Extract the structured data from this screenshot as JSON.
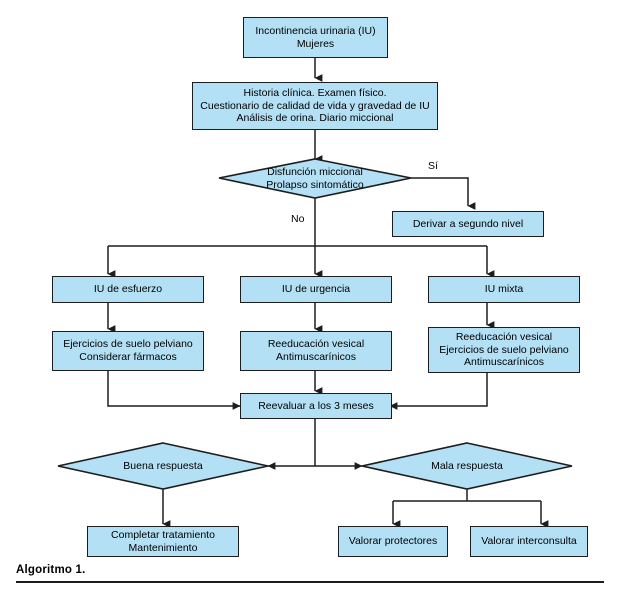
{
  "figure": {
    "caption": "Algoritmo 1.",
    "colors": {
      "node_fill": "#B3E0F5",
      "node_stroke": "#1d1d1d",
      "connector": "#1d1d1d",
      "background": "#ffffff",
      "text": "#000000"
    }
  },
  "chart_data": {
    "type": "diagram",
    "title": "Algoritmo 1.",
    "nodes": [
      {
        "id": "start",
        "shape": "box",
        "text": "Incontinencia urinaria (IU)\nMujeres"
      },
      {
        "id": "assessment",
        "shape": "box",
        "text": "Historia clínica. Examen físico.\nCuestionario de calidad de vida y gravedad de IU\nAnálisis de orina. Diario miccional"
      },
      {
        "id": "decision1",
        "shape": "diamond",
        "text": "Disfunción miccional\nProlapso sintomático"
      },
      {
        "id": "refer",
        "shape": "box",
        "text": "Derivar a segundo nivel"
      },
      {
        "id": "stress",
        "shape": "box",
        "text": "IU de esfuerzo"
      },
      {
        "id": "urge",
        "shape": "box",
        "text": "IU de urgencia"
      },
      {
        "id": "mixed",
        "shape": "box",
        "text": "IU mixta"
      },
      {
        "id": "stress_tx",
        "shape": "box",
        "text": "Ejercicios de suelo pelviano\nConsiderar fármacos"
      },
      {
        "id": "urge_tx",
        "shape": "box",
        "text": "Reeducación vesical\nAntimuscarínicos"
      },
      {
        "id": "mixed_tx",
        "shape": "box",
        "text": "Reeducación vesical\nEjercicios de suelo pelviano\nAntimuscarínicos"
      },
      {
        "id": "reassess",
        "shape": "box",
        "text": "Reevaluar a los 3 meses"
      },
      {
        "id": "good",
        "shape": "diamond",
        "text": "Buena respuesta"
      },
      {
        "id": "bad",
        "shape": "diamond",
        "text": "Mala respuesta"
      },
      {
        "id": "complete",
        "shape": "box",
        "text": "Completar tratamiento\nMantenimiento"
      },
      {
        "id": "protectors",
        "shape": "box",
        "text": "Valorar protectores"
      },
      {
        "id": "consult",
        "shape": "box",
        "text": "Valorar interconsulta"
      }
    ],
    "edge_labels": [
      {
        "id": "yes",
        "text": "Sí"
      },
      {
        "id": "no",
        "text": "No"
      }
    ],
    "edges": [
      {
        "from": "start",
        "to": "assessment"
      },
      {
        "from": "assessment",
        "to": "decision1"
      },
      {
        "from": "decision1",
        "to": "refer",
        "label": "Sí"
      },
      {
        "from": "decision1",
        "to": "stress",
        "label": "No"
      },
      {
        "from": "decision1",
        "to": "urge",
        "label": "No"
      },
      {
        "from": "decision1",
        "to": "mixed",
        "label": "No"
      },
      {
        "from": "stress",
        "to": "stress_tx"
      },
      {
        "from": "urge",
        "to": "urge_tx"
      },
      {
        "from": "mixed",
        "to": "mixed_tx"
      },
      {
        "from": "stress_tx",
        "to": "reassess"
      },
      {
        "from": "urge_tx",
        "to": "reassess"
      },
      {
        "from": "mixed_tx",
        "to": "reassess"
      },
      {
        "from": "reassess",
        "to": "good"
      },
      {
        "from": "reassess",
        "to": "bad"
      },
      {
        "from": "good",
        "to": "complete"
      },
      {
        "from": "bad",
        "to": "protectors"
      },
      {
        "from": "bad",
        "to": "consult"
      }
    ]
  }
}
